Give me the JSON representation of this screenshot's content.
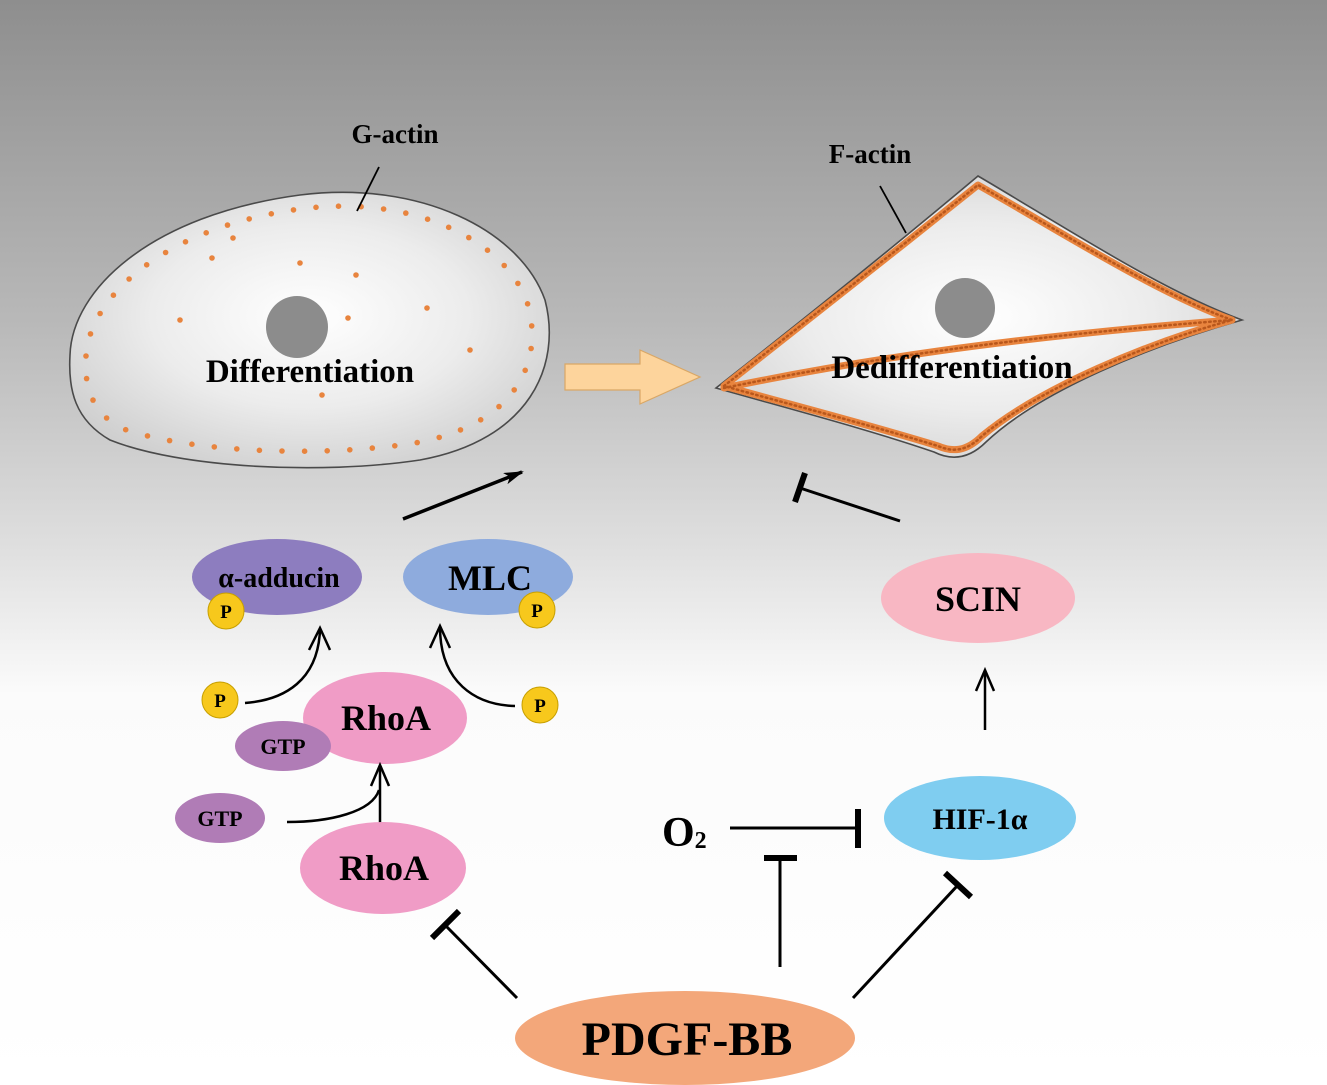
{
  "background": {
    "top_color": "#8e8e8e",
    "bottom_color": "#ffffff"
  },
  "cells": {
    "differentiated": {
      "label": "Differentiation",
      "actin_label": "G-actin"
    },
    "dedifferentiated": {
      "label": "Dedifferentiation",
      "actin_label": "F-actin"
    }
  },
  "nodes": {
    "alpha_adducin": {
      "label": "α-adducin",
      "color": "#8d7dbf"
    },
    "mlc": {
      "label": "MLC",
      "color": "#8eabdd"
    },
    "rhoa_active": {
      "label": "RhoA",
      "color": "#f09cc6"
    },
    "rhoa_inactive": {
      "label": "RhoA",
      "color": "#f09cc6"
    },
    "gtp_bound": {
      "label": "GTP",
      "color": "#b07cb6"
    },
    "gtp_free": {
      "label": "GTP",
      "color": "#b07cb6"
    },
    "pdgf_bb": {
      "label": "PDGF-BB",
      "color": "#f3a77a"
    },
    "hif1a": {
      "label": "HIF-1α",
      "color": "#7fcdf0"
    },
    "scin": {
      "label": "SCIN",
      "color": "#f8b7c3"
    },
    "o2": {
      "base": "O",
      "sub": "2"
    }
  },
  "phosphates": [
    {
      "label": "P"
    },
    {
      "label": "P"
    },
    {
      "label": "P"
    },
    {
      "label": "P"
    }
  ],
  "colors": {
    "actin": "#e8843e",
    "nucleus": "#8c8c8c",
    "phosphate": "#f7c81c",
    "transition_arrow": "#fdd49c"
  }
}
